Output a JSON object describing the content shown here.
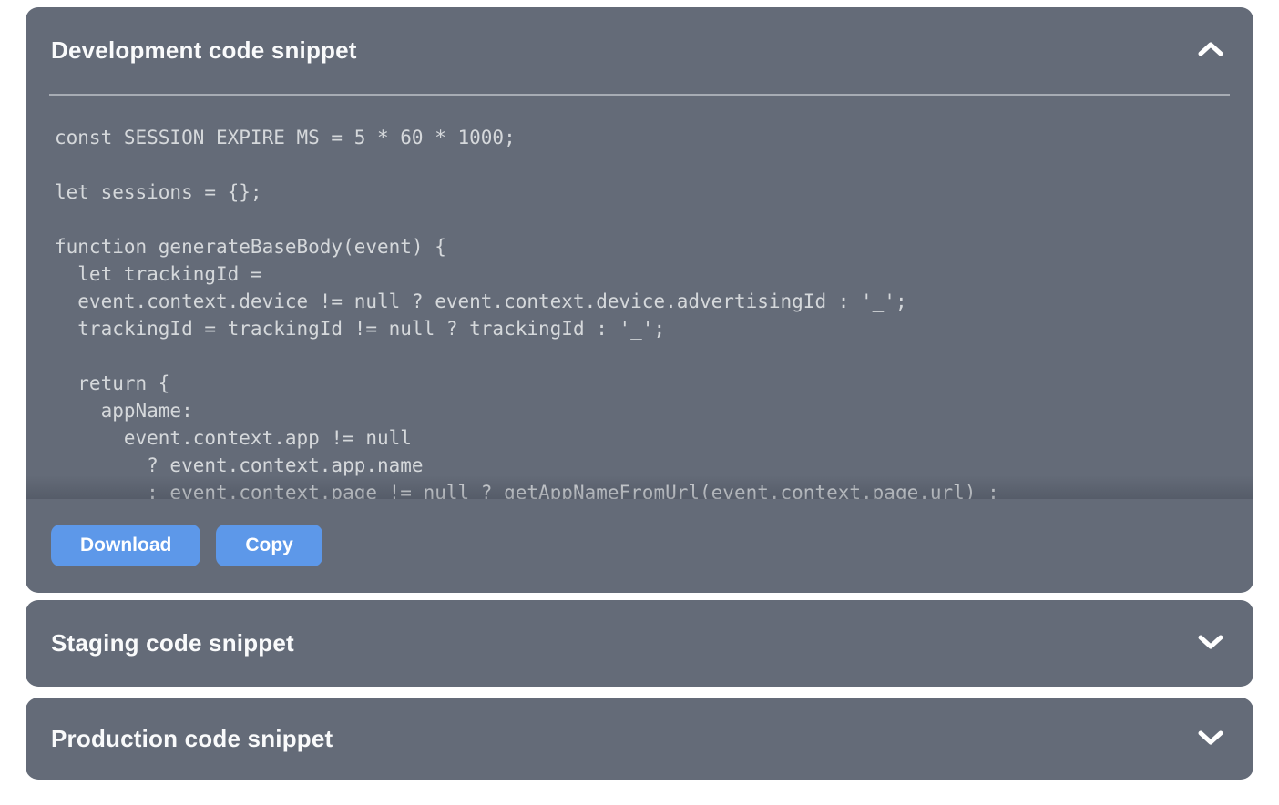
{
  "theme": {
    "page_background": "#ffffff",
    "panel_background": "#646b78",
    "title_color": "#f9fafb",
    "divider_color": "#a7acb4",
    "code_text_color": "#d5d8db",
    "button_background": "#5d98e9",
    "button_text_color": "#ffffff",
    "chevron_color": "#ffffff"
  },
  "panels": [
    {
      "title": "Development code snippet",
      "state": "expanded",
      "chevron_icon": "chevron-up",
      "code": "const SESSION_EXPIRE_MS = 5 * 60 * 1000;\n\nlet sessions = {};\n\nfunction generateBaseBody(event) {\n  let trackingId =\n  event.context.device != null ? event.context.device.advertisingId : '_';\n  trackingId = trackingId != null ? trackingId : '_';\n\n  return {\n    appName:\n      event.context.app != null\n        ? event.context.app.name\n        : event.context.page != null ? getAppNameFromUrl(event.context.page.url) :",
      "buttons": {
        "download": "Download",
        "copy": "Copy"
      }
    },
    {
      "title": "Staging code snippet",
      "state": "collapsed",
      "chevron_icon": "chevron-down"
    },
    {
      "title": "Production code snippet",
      "state": "collapsed",
      "chevron_icon": "chevron-down"
    }
  ]
}
